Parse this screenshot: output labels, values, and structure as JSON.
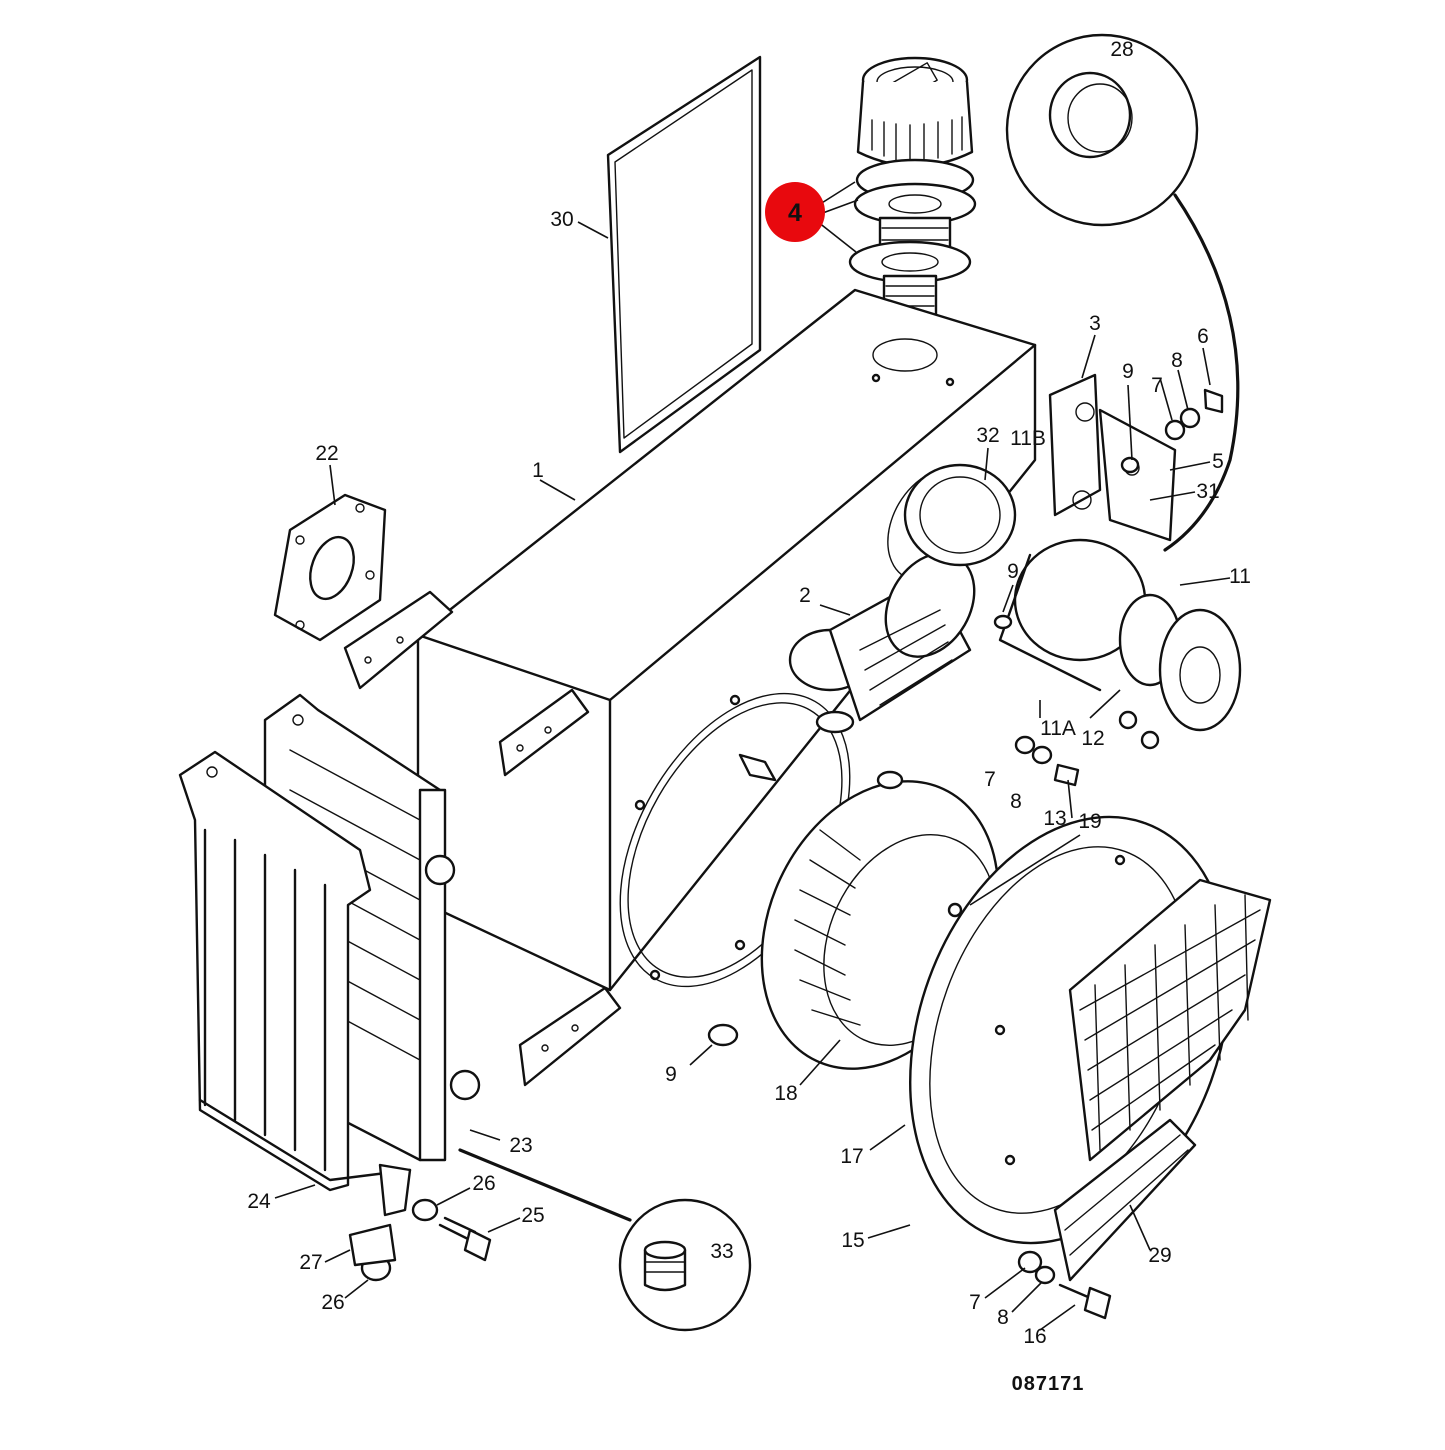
{
  "diagram": {
    "highlight": {
      "label": "4",
      "color": "#e8090e"
    },
    "drawing_number": "087171",
    "callouts": [
      {
        "id": "c30",
        "text": "30"
      },
      {
        "id": "c28",
        "text": "28"
      },
      {
        "id": "c22",
        "text": "22"
      },
      {
        "id": "c1",
        "text": "1"
      },
      {
        "id": "c3",
        "text": "3"
      },
      {
        "id": "c6",
        "text": "6"
      },
      {
        "id": "c8a",
        "text": "8"
      },
      {
        "id": "c7a",
        "text": "7"
      },
      {
        "id": "c9a",
        "text": "9"
      },
      {
        "id": "c32",
        "text": "32"
      },
      {
        "id": "c11b",
        "text": "11B"
      },
      {
        "id": "c5",
        "text": "5"
      },
      {
        "id": "c31",
        "text": "31"
      },
      {
        "id": "c9b",
        "text": "9"
      },
      {
        "id": "c11",
        "text": "11"
      },
      {
        "id": "c2",
        "text": "2"
      },
      {
        "id": "c11a",
        "text": "11A"
      },
      {
        "id": "c12",
        "text": "12"
      },
      {
        "id": "c7b",
        "text": "7"
      },
      {
        "id": "c8b",
        "text": "8"
      },
      {
        "id": "c13",
        "text": "13"
      },
      {
        "id": "c19",
        "text": "19"
      },
      {
        "id": "c9c",
        "text": "9"
      },
      {
        "id": "c18",
        "text": "18"
      },
      {
        "id": "c23",
        "text": "23"
      },
      {
        "id": "c17",
        "text": "17"
      },
      {
        "id": "c24",
        "text": "24"
      },
      {
        "id": "c26a",
        "text": "26"
      },
      {
        "id": "c25",
        "text": "25"
      },
      {
        "id": "c33",
        "text": "33"
      },
      {
        "id": "c15",
        "text": "15"
      },
      {
        "id": "c27",
        "text": "27"
      },
      {
        "id": "c29",
        "text": "29"
      },
      {
        "id": "c26b",
        "text": "26"
      },
      {
        "id": "c7c",
        "text": "7"
      },
      {
        "id": "c8c",
        "text": "8"
      },
      {
        "id": "c16",
        "text": "16"
      }
    ]
  }
}
